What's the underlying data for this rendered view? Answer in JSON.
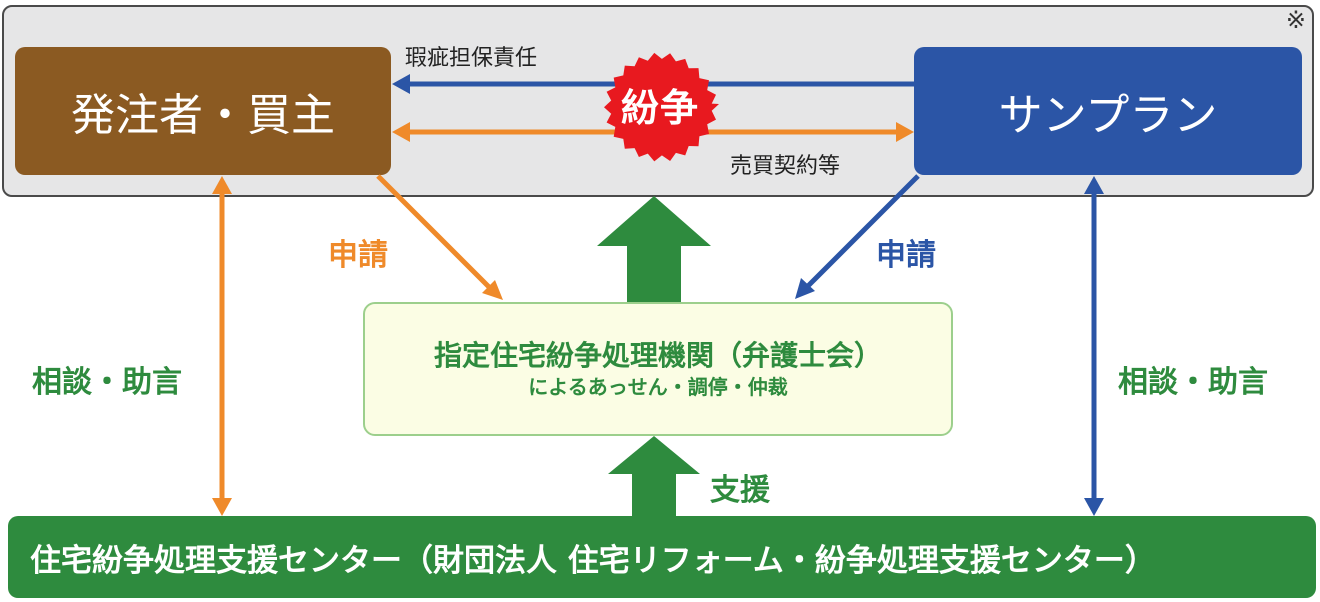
{
  "diagram": {
    "note_mark": "※",
    "client": {
      "label": "発注者・買主"
    },
    "company": {
      "label": "サンプラン"
    },
    "dispute": {
      "label": "紛争"
    },
    "edges": {
      "defect_liability": "瑕疵担保責任",
      "sales_contract": "売買契約等",
      "apply_left": "申請",
      "apply_right": "申請",
      "consult_left": "相談・助言",
      "consult_right": "相談・助言",
      "support": "支援"
    },
    "org": {
      "title": "指定住宅紛争処理機関（弁護士会）",
      "subtitle": "によるあっせん・調停・仲裁"
    },
    "support_center": {
      "label": "住宅紛争処理支援センター（財団法人 住宅リフォーム・紛争処理支援センター）"
    },
    "colors": {
      "client": "#8b5a22",
      "company": "#2b55a6",
      "orange": "#ef8a2a",
      "blue": "#2b55a6",
      "green": "#2e8b3e",
      "burst": "#e8191f"
    }
  }
}
